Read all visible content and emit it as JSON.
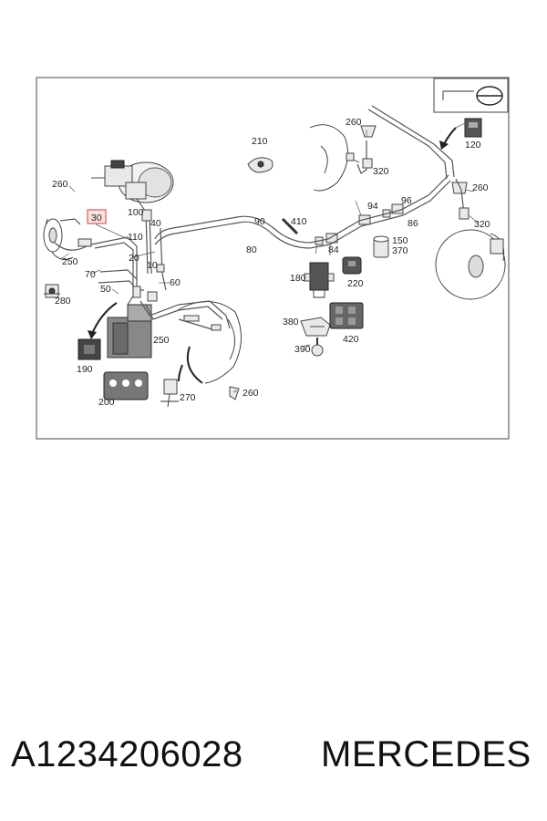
{
  "diagram": {
    "labels": {
      "l260a": "260",
      "l30": "30",
      "l100": "100",
      "l40": "40",
      "l110": "110",
      "l20": "20",
      "l10": "10",
      "l250a": "250",
      "l70": "70",
      "l50": "50",
      "l280": "280",
      "l60": "60",
      "l190": "190",
      "l200": "200",
      "l250b": "250",
      "l270": "270",
      "l260b": "260",
      "l210": "210",
      "l90": "90",
      "l410": "410",
      "l80": "80",
      "l84": "84",
      "l94": "94",
      "l96": "96",
      "l86": "86",
      "l150": "150",
      "l370": "370",
      "l180": "180",
      "l220": "220",
      "l380": "380",
      "l420": "420",
      "l390": "390",
      "l260c": "260",
      "l320a": "320",
      "l120": "120",
      "l260d": "260",
      "l320b": "320"
    },
    "highlight_color": "#e05a5a"
  },
  "footer": {
    "part_number": "A1234206028",
    "brand": "MERCEDES"
  }
}
